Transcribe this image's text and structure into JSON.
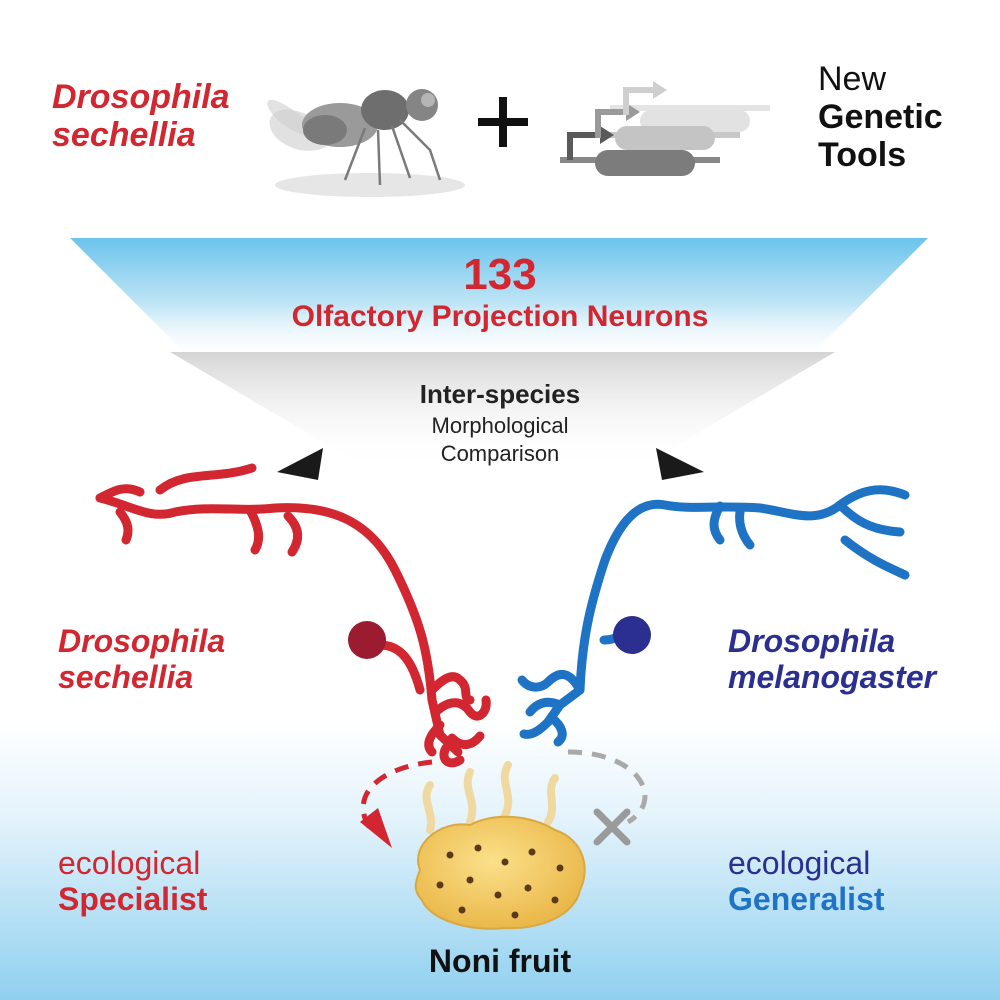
{
  "top": {
    "species_line1": "Drosophila",
    "species_line2": "sechellia",
    "plus": "+",
    "tools_line1": "New",
    "tools_line2": "Genetic",
    "tools_line3": "Tools"
  },
  "funnel": {
    "count": "133",
    "subtitle": "Olfactory Projection Neurons"
  },
  "comparison": {
    "line1": "Inter-species",
    "line2": "Morphological",
    "line3": "Comparison"
  },
  "left_species": {
    "line1": "Drosophila",
    "line2": "sechellia"
  },
  "right_species": {
    "line1": "Drosophila",
    "line2": "melanogaster"
  },
  "left_ecology": {
    "line1": "ecological",
    "line2": "Specialist"
  },
  "right_ecology": {
    "line1": "ecological",
    "line2": "Generalist"
  },
  "fruit_label": "Noni fruit",
  "colors": {
    "red": "#d22730",
    "dark_red": "#9b1b30",
    "blue": "#1f73c4",
    "navy": "#2b2f8f",
    "funnel_blue": "#6cc4ec",
    "fruit": "#f2c45a"
  }
}
